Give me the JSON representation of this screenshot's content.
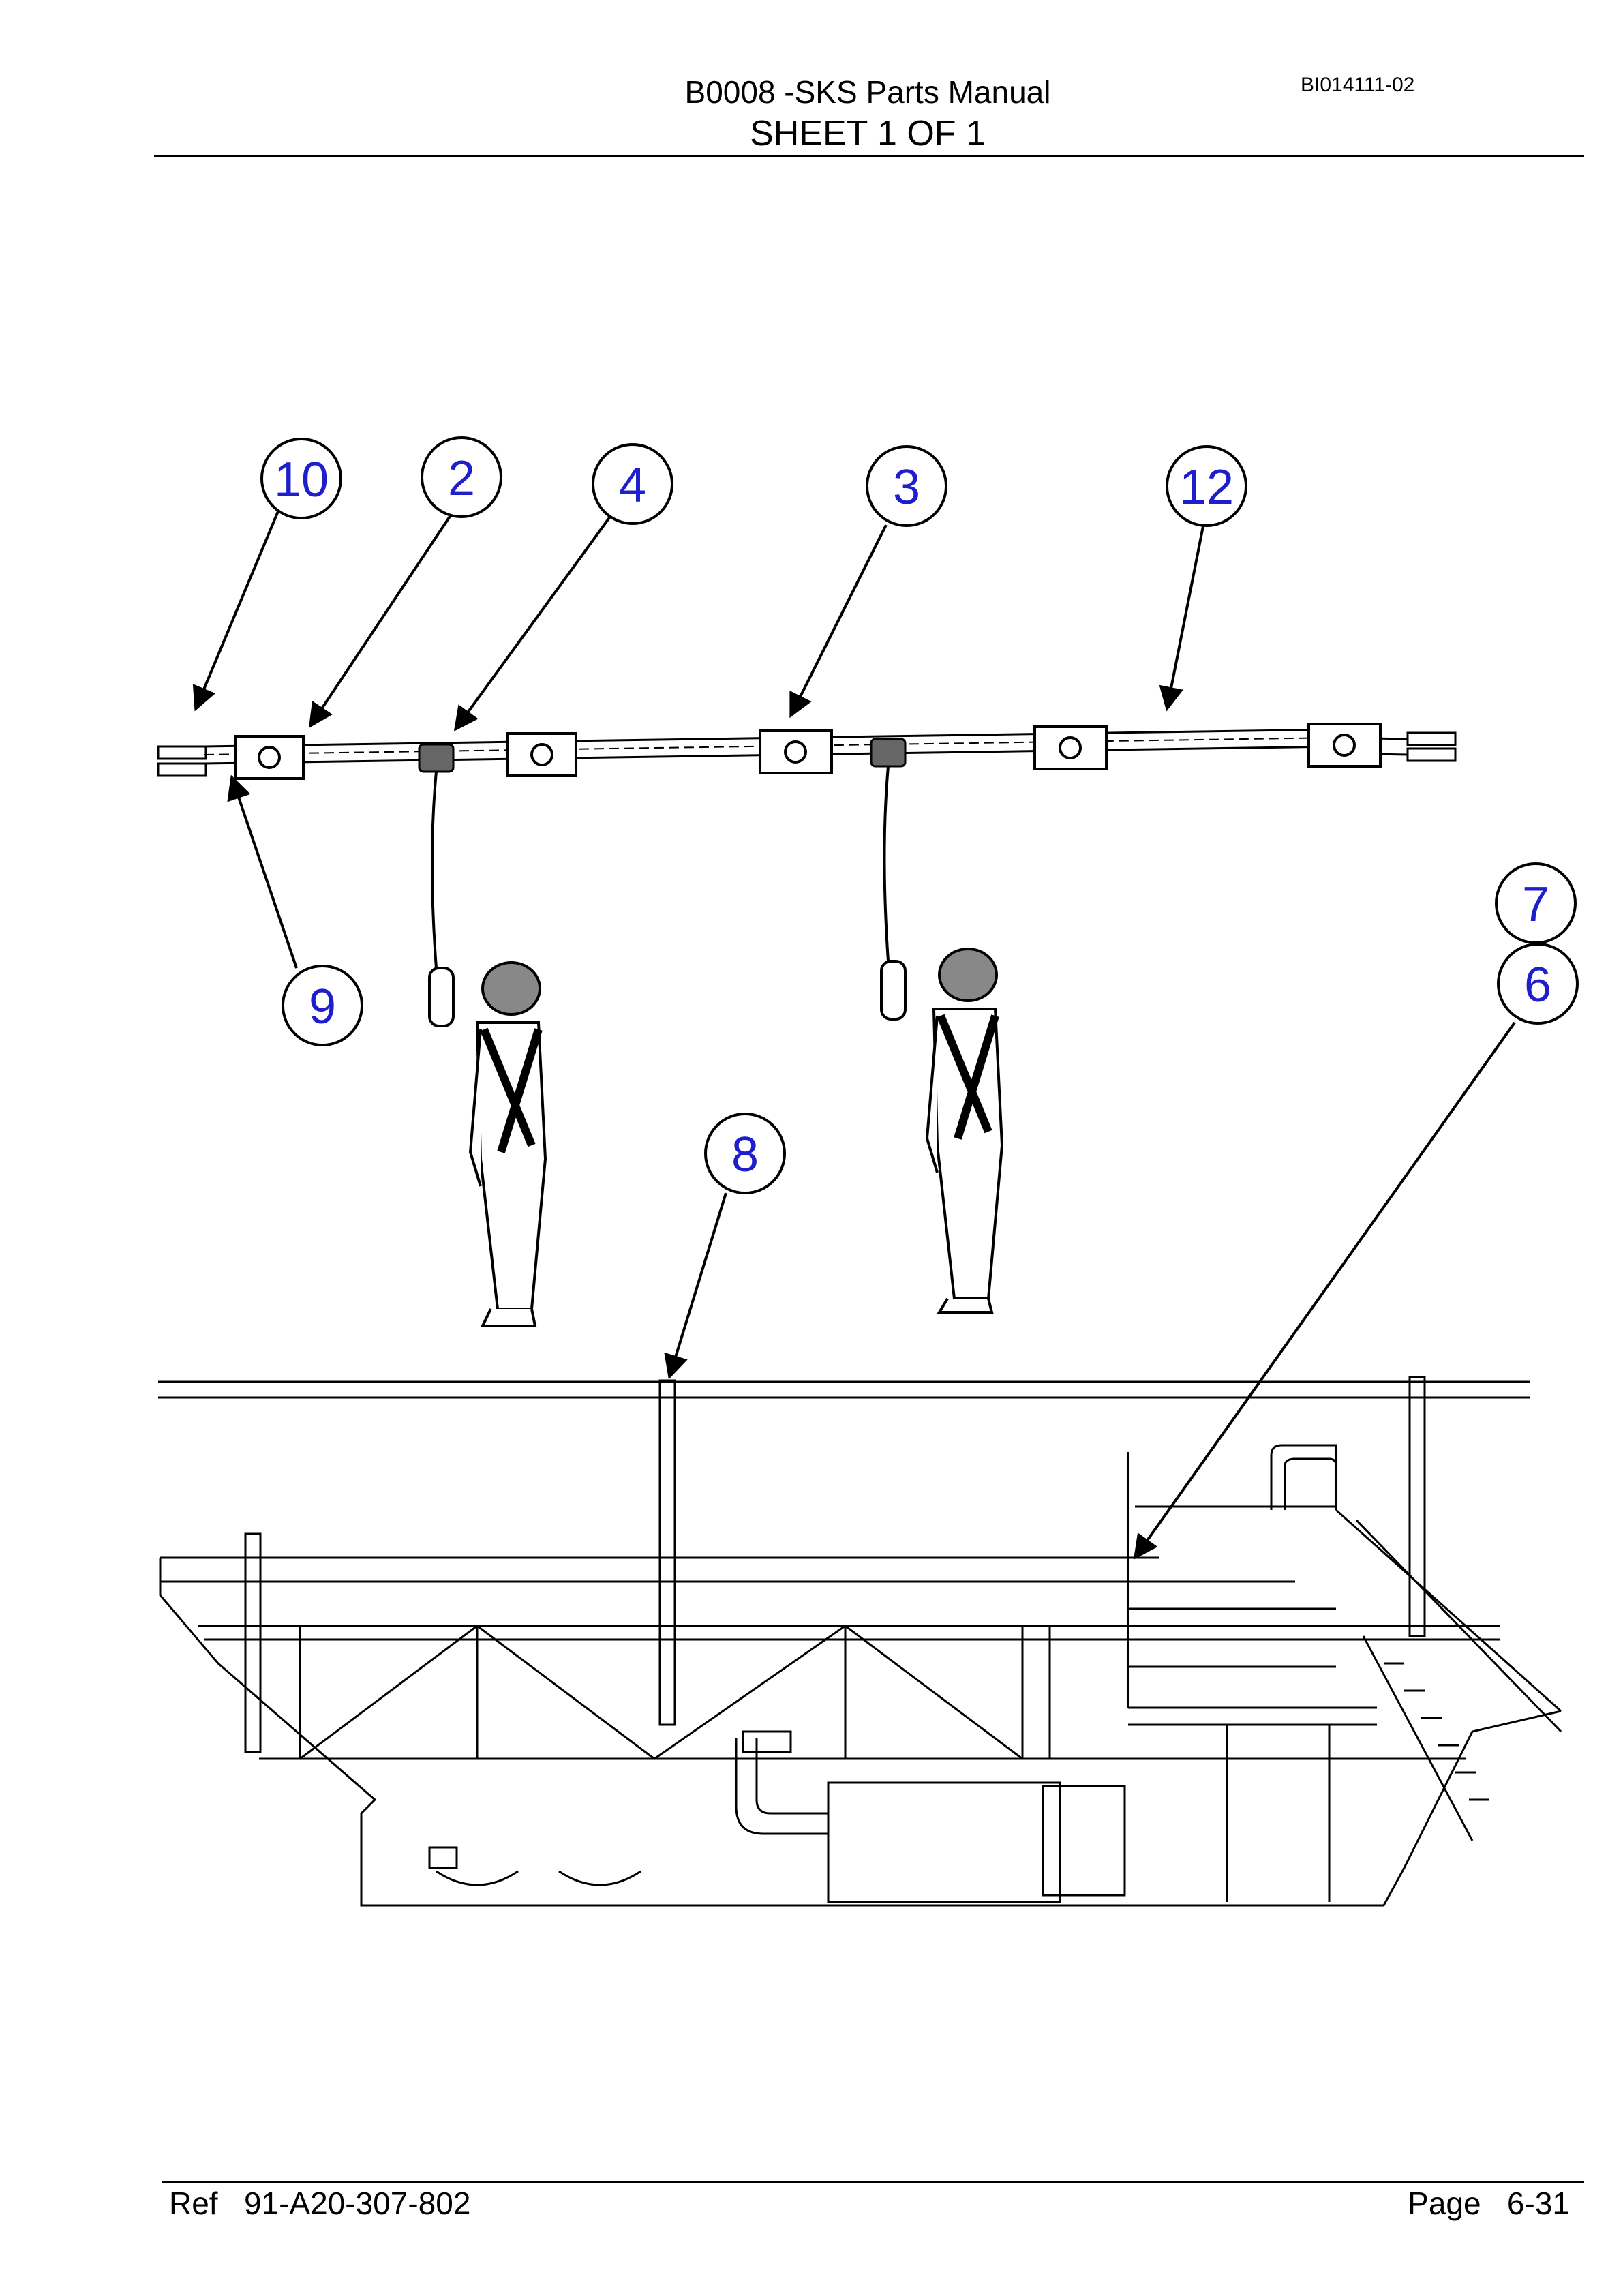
{
  "header": {
    "title": "B0008 -SKS Parts Manual",
    "sheet": "SHEET 1 OF 1",
    "doc_code": "BI014111-02"
  },
  "footer": {
    "ref_label": "Ref",
    "ref_number": "91-A20-307-802",
    "page_label": "Page",
    "page_number": "6-31"
  },
  "callouts": [
    "10",
    "2",
    "4",
    "3",
    "12",
    "9",
    "7",
    "6",
    "8"
  ],
  "colors": {
    "callout_text": "#1e1ecc",
    "line": "#000000"
  }
}
